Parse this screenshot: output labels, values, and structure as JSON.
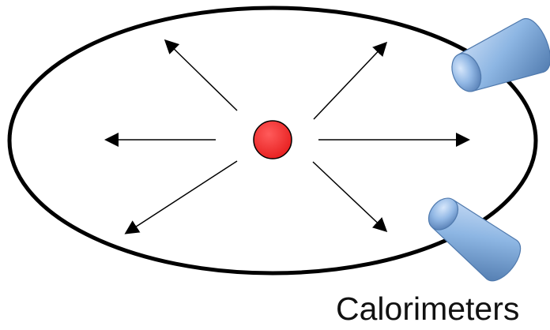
{
  "labels": {
    "calorimeters": "Calorimeters"
  },
  "colors": {
    "ellipse_stroke": "#000000",
    "center_source": "#ff2b2b",
    "calorimeter_body": "#7fa8d6",
    "calorimeter_cap": "#4f79ad",
    "arrow": "#000000"
  },
  "icons": {
    "center": "red-source-dot",
    "detectors": "calorimeter-cylinder"
  }
}
